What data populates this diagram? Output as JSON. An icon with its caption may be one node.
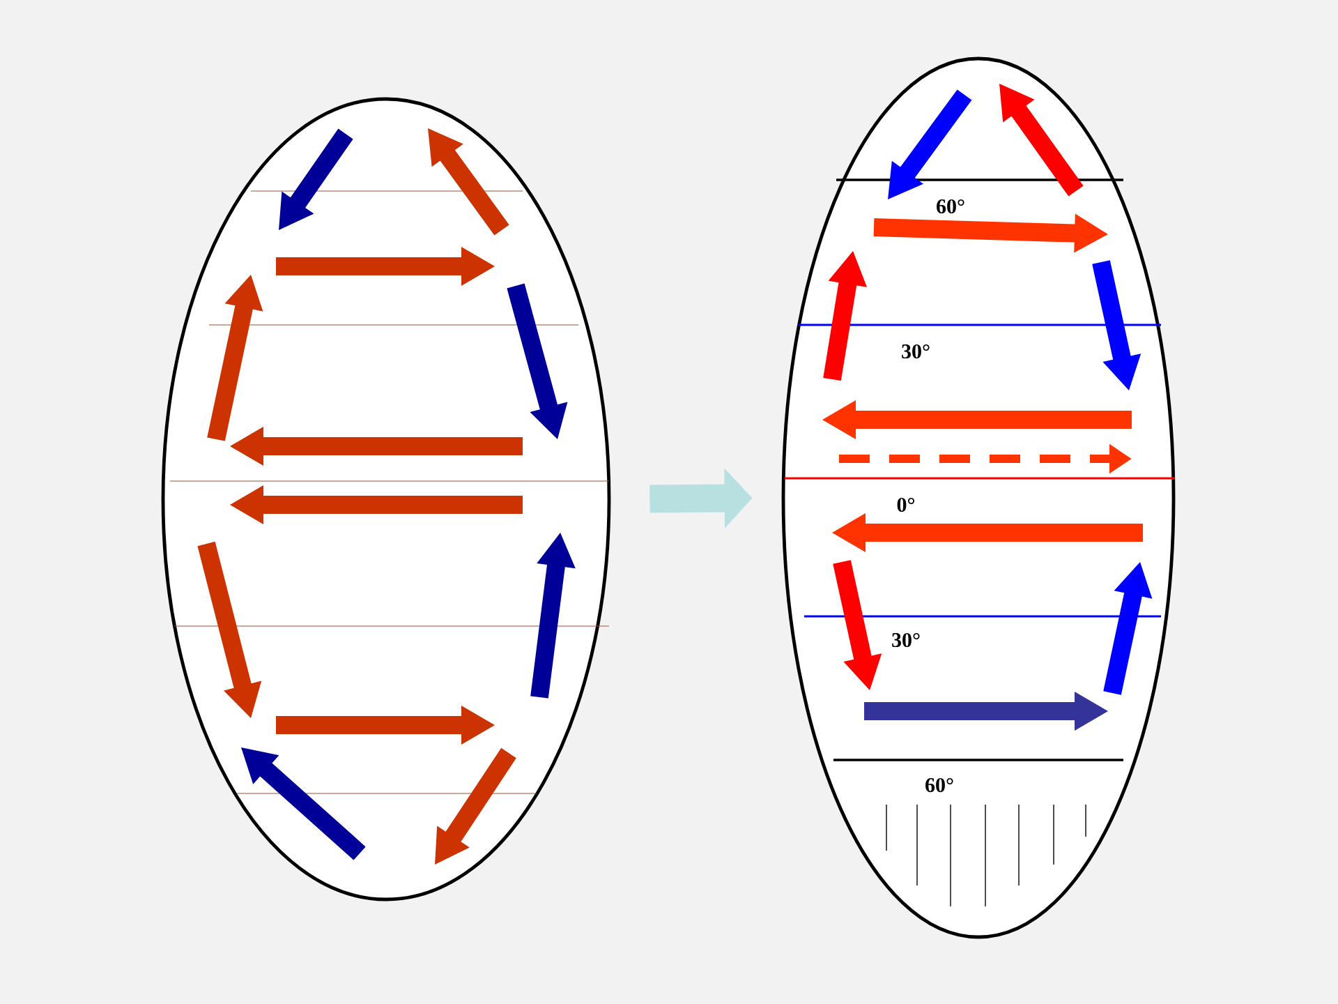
{
  "diagram": {
    "nodes": [
      {
        "text": [],
        "shape": "ellipse"
      },
      {
        "text": [],
        "shape": "ellipse"
      }
    ],
    "edges": [
      {
        "from": 0,
        "to": 1,
        "arrow": "to"
      }
    ],
    "labels": [
      "60°",
      "30°",
      "0°",
      "30°",
      "60°"
    ]
  }
}
